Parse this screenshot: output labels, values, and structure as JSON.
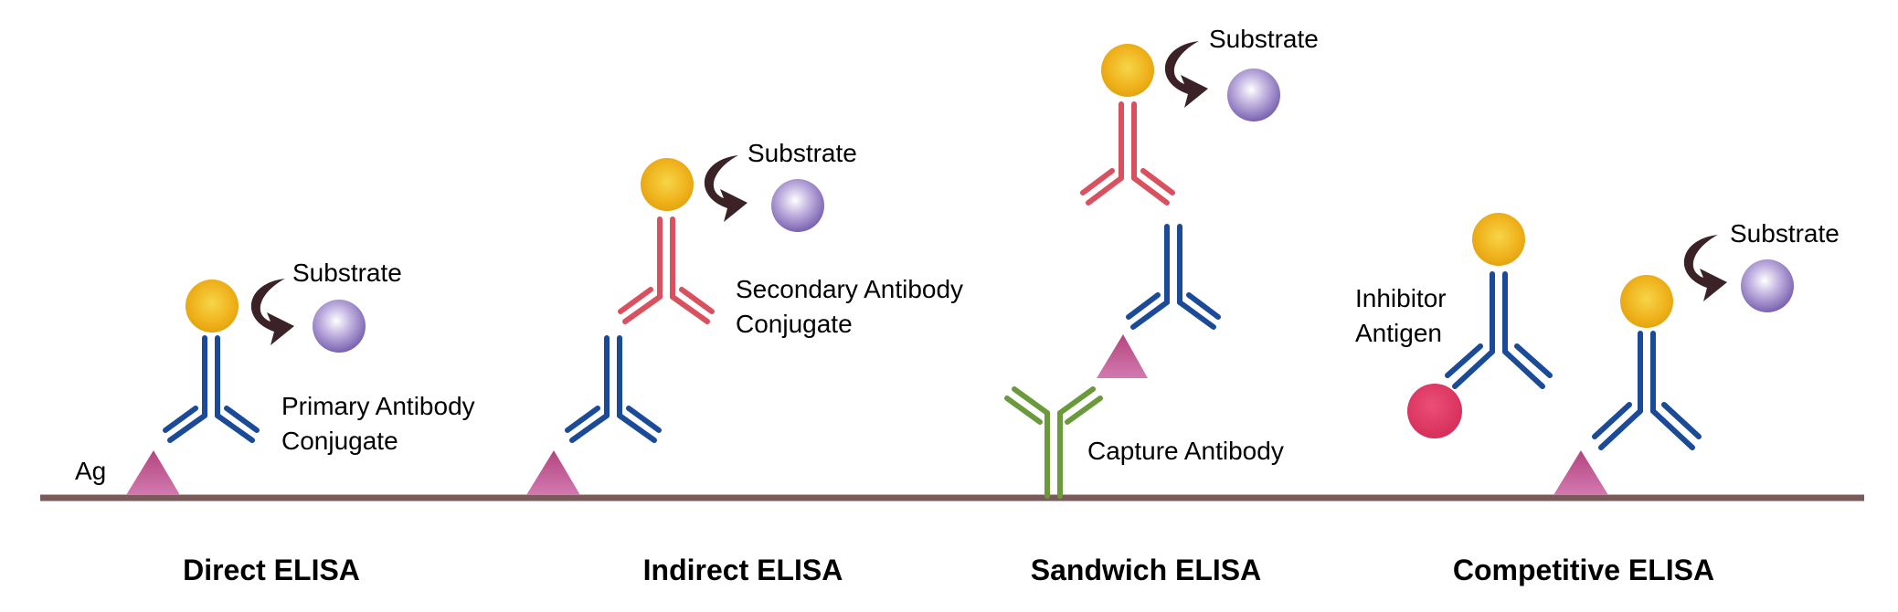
{
  "labels": {
    "ag": "Ag",
    "substrate": "Substrate",
    "primary_line1": "Primary Antibody",
    "primary_line2": "Conjugate",
    "secondary_line1": "Secondary Antibody",
    "secondary_line2": "Conjugate",
    "capture": "Capture Antibody",
    "inhibitor_line1": "Inhibitor",
    "inhibitor_line2": "Antigen"
  },
  "titles": {
    "direct": "Direct ELISA",
    "indirect": "Indirect ELISA",
    "sandwich": "Sandwich ELISA",
    "competitive": "Competitive ELISA"
  },
  "colors": {
    "surface": "#7a5a5a",
    "primary_antibody": "#1b4a98",
    "secondary_antibody": "#d9505f",
    "capture_antibody": "#6a9a3b",
    "antigen": "#c2548e",
    "enzyme": "#f0b81e",
    "substrate": "#9a86c6",
    "inhibitor": "#dc3b64",
    "arrow": "#3a2226"
  }
}
